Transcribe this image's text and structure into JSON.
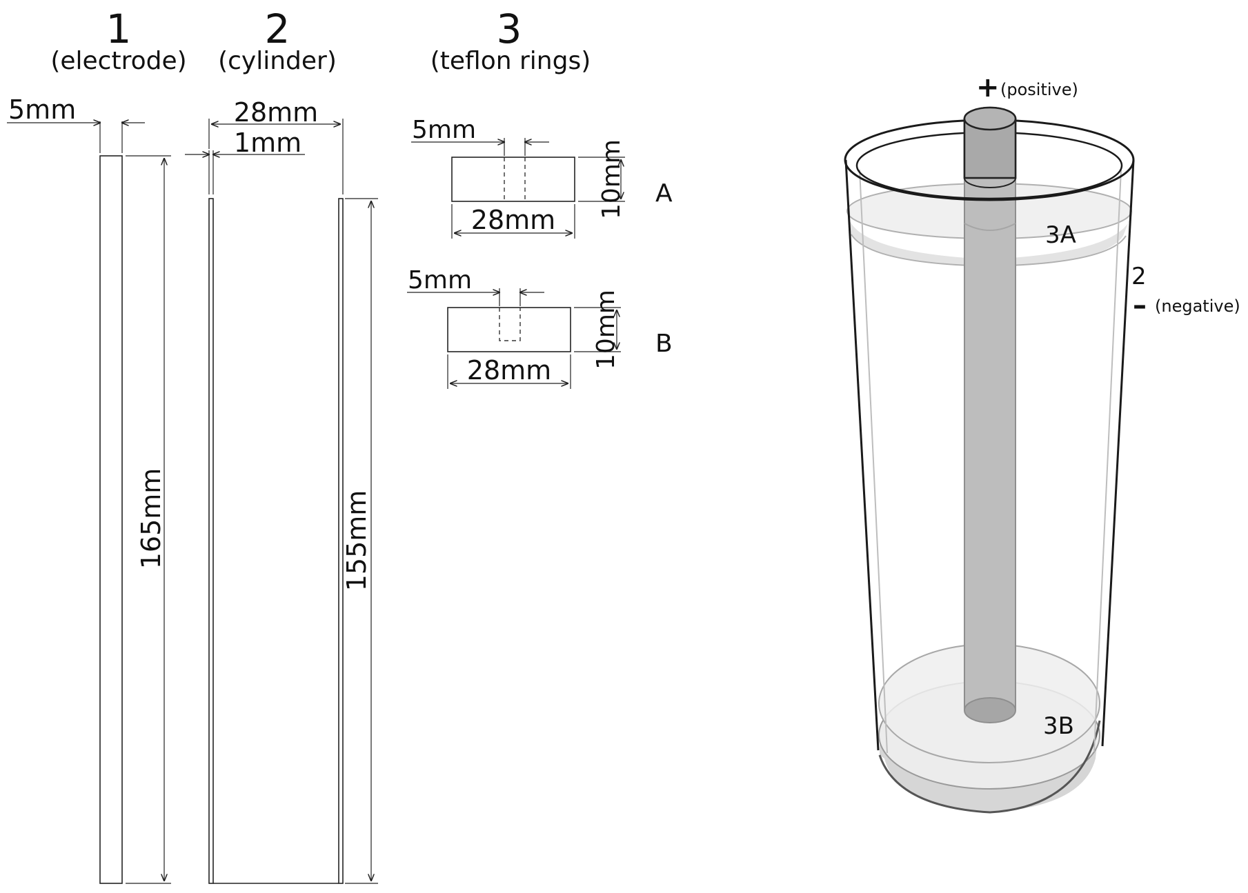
{
  "parts": {
    "p1": {
      "number": "1",
      "name": "(electrode)"
    },
    "p2": {
      "number": "2",
      "name": "(cylinder)"
    },
    "p3": {
      "number": "3",
      "name": "(teflon rings)"
    }
  },
  "dimensions": {
    "electrode_width": "5mm",
    "electrode_height": "165mm",
    "cylinder_diameter": "28mm",
    "cylinder_wall": "1mm",
    "cylinder_height": "155mm",
    "ringA_hole": "5mm",
    "ringA_height": "10mm",
    "ringA_diameter": "28mm",
    "ringB_hole": "5mm",
    "ringB_height": "10mm",
    "ringB_diameter": "28mm"
  },
  "ring_labels": {
    "a": "A",
    "b": "B"
  },
  "assembly": {
    "positive_sign": "+",
    "positive_label": "(positive)",
    "negative_sign": "–",
    "negative_label": "(negative)",
    "cylinder_label": "2",
    "ring_top_label": "3A",
    "ring_bottom_label": "3B"
  },
  "colors": {
    "line": "#222222",
    "electrode_fill": "#b9b9b9",
    "ring_fill": "#e6e6e6",
    "cylinder_outline": "#1a1a1a"
  }
}
